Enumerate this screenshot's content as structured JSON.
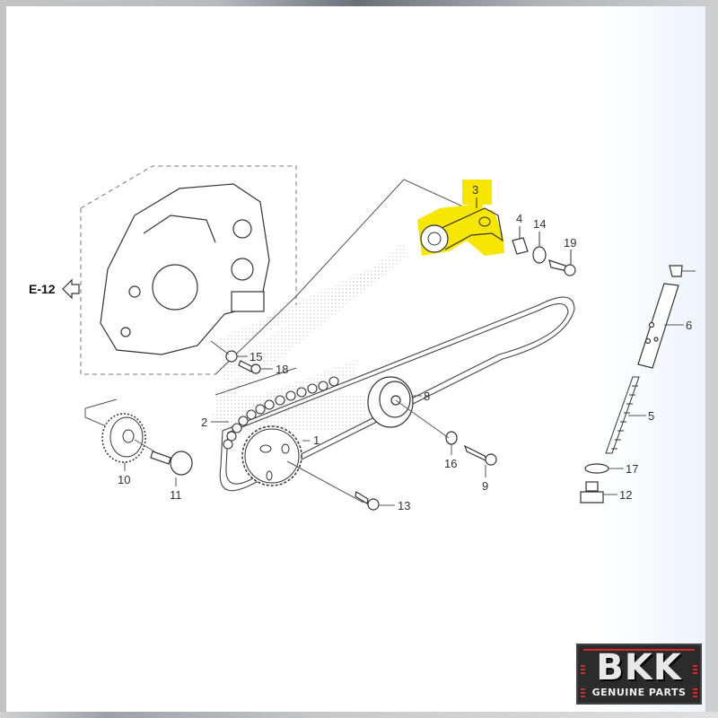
{
  "diagram": {
    "type": "exploded-parts-diagram",
    "subject": "Cam chain / tensioner assembly",
    "highlight_color": "#f7e600",
    "highlighted_part": "3",
    "reference": {
      "label": "E-12",
      "direction": "left"
    },
    "callouts": [
      {
        "id": "1",
        "label": "1"
      },
      {
        "id": "2",
        "label": "2"
      },
      {
        "id": "3",
        "label": "3"
      },
      {
        "id": "4",
        "label": "4"
      },
      {
        "id": "5",
        "label": "5"
      },
      {
        "id": "6",
        "label": "6"
      },
      {
        "id": "8",
        "label": "8"
      },
      {
        "id": "9",
        "label": "9"
      },
      {
        "id": "10",
        "label": "10"
      },
      {
        "id": "11",
        "label": "11"
      },
      {
        "id": "12",
        "label": "12"
      },
      {
        "id": "13",
        "label": "13"
      },
      {
        "id": "14",
        "label": "14"
      },
      {
        "id": "15",
        "label": "15"
      },
      {
        "id": "16",
        "label": "16"
      },
      {
        "id": "17",
        "label": "17"
      },
      {
        "id": "18",
        "label": "18"
      },
      {
        "id": "19",
        "label": "19"
      }
    ]
  },
  "logo": {
    "brand": "BKK",
    "tagline": "GENUINE PARTS",
    "accent_color": "#d42a2a"
  }
}
